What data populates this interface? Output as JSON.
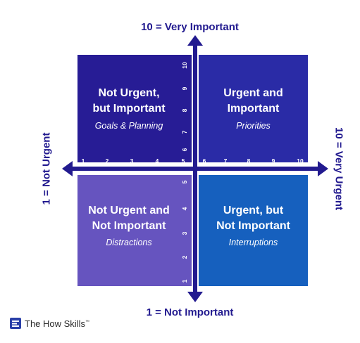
{
  "axes": {
    "y_top": "10 = Very Important",
    "y_bottom": "1 = Not Important",
    "x_left": "1 = Not Urgent",
    "x_right": "10 = Very Urgent"
  },
  "quadrants": {
    "top_left": {
      "title_1": "Not Urgent,",
      "title_2": "but Important",
      "subtitle": "Goals & Planning",
      "color": "#271c95"
    },
    "top_right": {
      "title_1": "Urgent and",
      "title_2": "Important",
      "subtitle": "Priorities",
      "color": "#2a2ba6"
    },
    "bottom_left": {
      "title_1": "Not Urgent and",
      "title_2": "Not Important",
      "subtitle": "Distractions",
      "color": "#6654bf"
    },
    "bottom_right": {
      "title_1": "Urgent, but",
      "title_2": "Not Important",
      "subtitle": "Interruptions",
      "color": "#1660be"
    }
  },
  "ticks": {
    "x": [
      "1",
      "2",
      "3",
      "4",
      "5",
      "6",
      "7",
      "8",
      "9",
      "10"
    ],
    "y": [
      "1",
      "2",
      "3",
      "4",
      "5",
      "6",
      "7",
      "8",
      "9",
      "10"
    ]
  },
  "brand": {
    "name": "The How Skills",
    "mark": "™"
  },
  "colors": {
    "axis": "#221a8f",
    "text": "#ffffff"
  }
}
